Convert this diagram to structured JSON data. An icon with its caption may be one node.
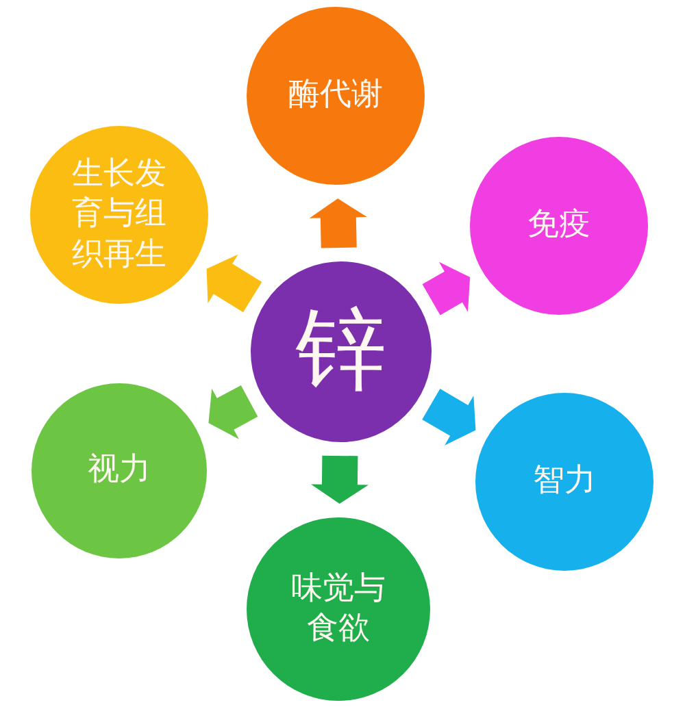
{
  "diagram": {
    "nodes": [
      {
        "text": [
          "酶代谢"
        ]
      },
      {
        "text": [
          "生长发育与组织再生"
        ]
      },
      {
        "text": [
          "免疫"
        ]
      },
      {
        "text": [
          "锌"
        ]
      },
      {
        "text": [
          "视力"
        ]
      },
      {
        "text": [
          "智力"
        ]
      },
      {
        "text": [
          "味觉与食欲"
        ]
      }
    ],
    "edges": [
      {
        "from": 3,
        "to": 0,
        "arrow": "to",
        "color": "#f7790d"
      },
      {
        "from": 3,
        "to": 1,
        "arrow": "to",
        "color": "#fbbd12"
      },
      {
        "from": 3,
        "to": 2,
        "arrow": "to",
        "color": "#f03ee2"
      },
      {
        "from": 3,
        "to": 4,
        "arrow": "to",
        "color": "#6cc644"
      },
      {
        "from": 3,
        "to": 5,
        "arrow": "to",
        "color": "#16b1ec"
      },
      {
        "from": 3,
        "to": 6,
        "arrow": "to",
        "color": "#20ad4b"
      }
    ]
  }
}
